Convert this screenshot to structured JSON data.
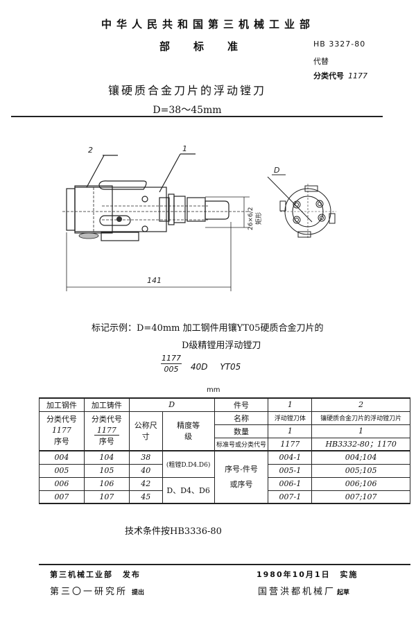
{
  "header": {
    "ministry": "中华人民共和国第三机械工业部",
    "standard_type": "部标准",
    "standard_code": "HB 3327-80",
    "replaces_label": "代替",
    "classification_label": "分类代号",
    "classification_code": "1177"
  },
  "title": {
    "main": "镶硬质合金刀片的浮动镗刀",
    "range": "D=38～45mm"
  },
  "drawing": {
    "part_label_1": "1",
    "part_label_2": "2",
    "length_dimension": "141",
    "thread_dimension": "26×6/2",
    "thread_type": "矩形",
    "diameter_label": "D"
  },
  "marking_example": {
    "line1": "标记示例：D=40mm 加工钢件用镶YT05硬质合金刀片的",
    "line2": "D级精镗用浮动镗刀",
    "fraction_top": "1177",
    "fraction_bottom": "005",
    "designation": "40D YT05",
    "unit": "mm"
  },
  "table": {
    "h_steel": "加工钢件",
    "h_cast": "加工铸件",
    "h_class_code": "分类代号",
    "h_code_num": "1177",
    "h_seq": "序号",
    "h_D": "D",
    "h_nominal": "公称尺寸",
    "h_grade": "精度等级",
    "h_part_no": "件号",
    "h_name": "名称",
    "h_qty": "数量",
    "h_std": "标准号或分类代号",
    "h_seq_part": "序号-件号或序号",
    "part1": {
      "no": "1",
      "name": "浮动镗刀体",
      "qty": "1",
      "std": "1177"
    },
    "part2": {
      "no": "2",
      "name": "镶硬质合金刀片的浮动镗刀片",
      "qty": "1",
      "std": "HB3332-80；1170"
    },
    "grade_rough": "(粗镗D.D4.D6)",
    "grade_fine": "D、D4、D6",
    "rows": [
      {
        "steel": "004",
        "cast": "104",
        "d": "38",
        "p1": "004-1",
        "p2": "004;104"
      },
      {
        "steel": "005",
        "cast": "105",
        "d": "40",
        "p1": "005-1",
        "p2": "005;105"
      },
      {
        "steel": "006",
        "cast": "106",
        "d": "42",
        "p1": "006-1",
        "p2": "006;106"
      },
      {
        "steel": "007",
        "cast": "107",
        "d": "45",
        "p1": "007-1",
        "p2": "007;107"
      }
    ]
  },
  "tech_conditions": "技术条件按HB3336-80",
  "footer": {
    "publisher": "第三机械工业部",
    "publish_label": "发布",
    "proposer": "第三〇一研究所",
    "propose_label": "提出",
    "effective_date": "1980年10月1日",
    "effective_label": "实施",
    "drafter": "国营洪都机械厂",
    "draft_label": "起草"
  }
}
